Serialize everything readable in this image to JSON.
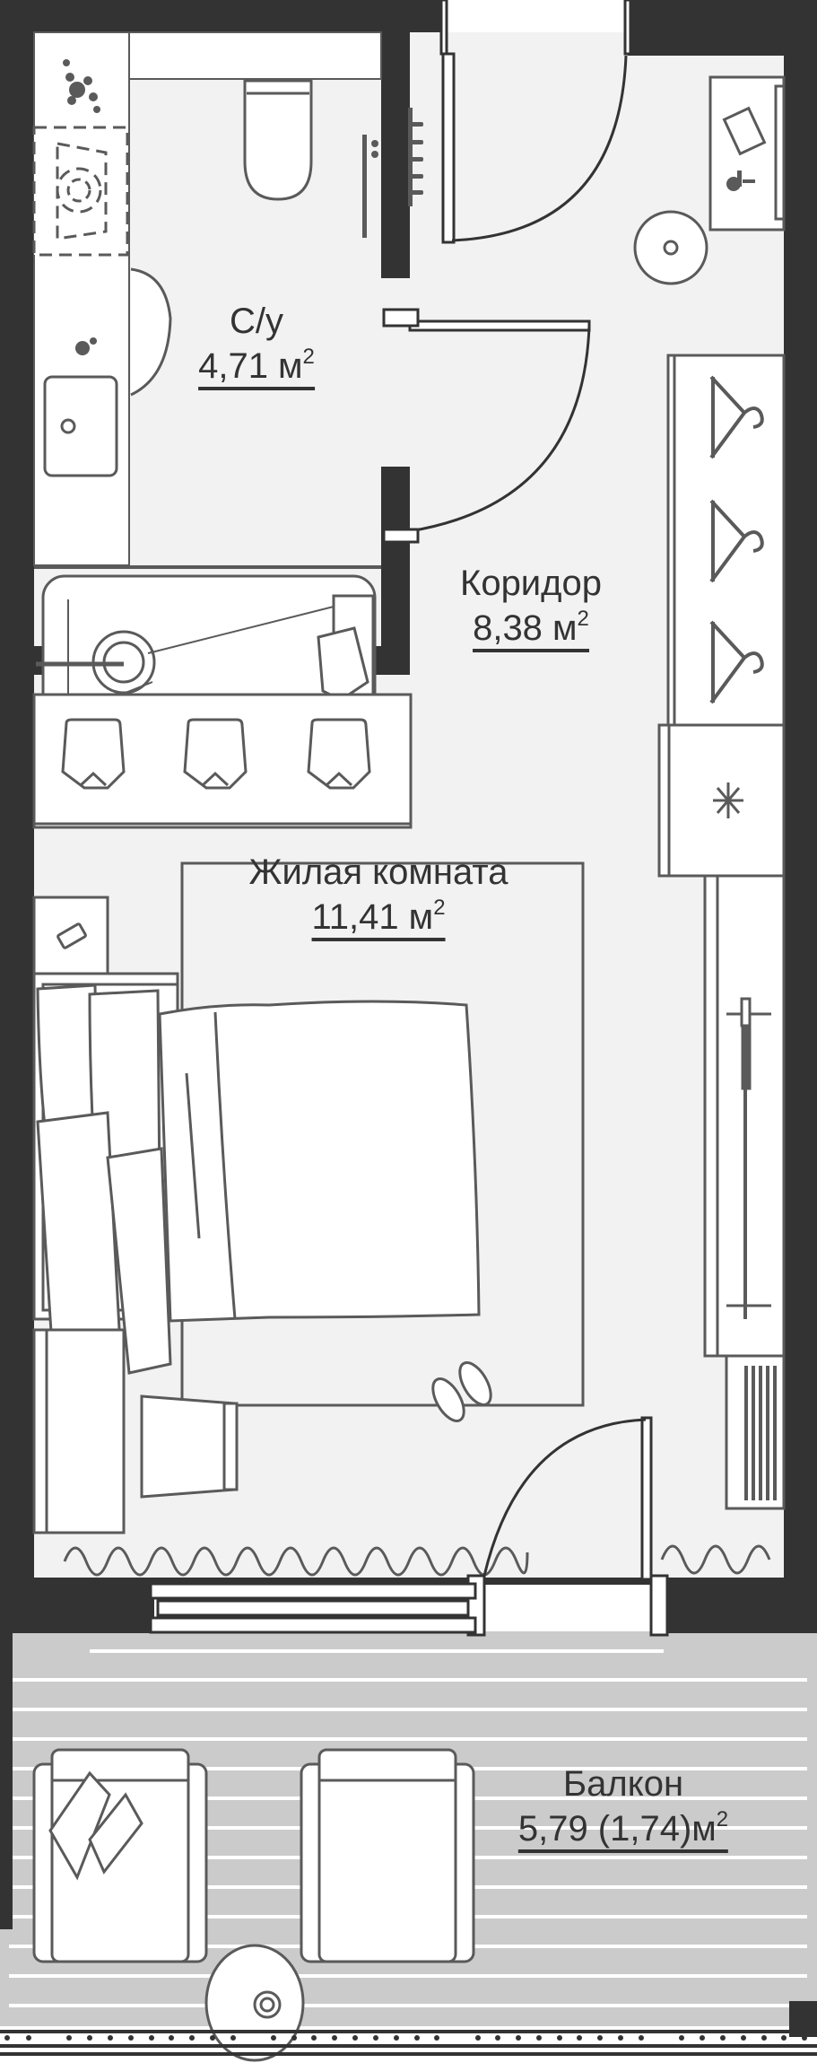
{
  "plan": {
    "colors": {
      "wall": "#333333",
      "floor": "#f2f2f2",
      "furniture": "#ffffff",
      "line": "#5a5a5a",
      "balcony": "#cbcbcb"
    },
    "rooms": [
      {
        "id": "bathroom",
        "name": "С/у",
        "area": "4,71 м",
        "unit_sup": "2"
      },
      {
        "id": "corridor",
        "name": "Коридор",
        "area": "8,38 м",
        "unit_sup": "2"
      },
      {
        "id": "living_room",
        "name": "Жилая комната",
        "area": "11,41 м",
        "unit_sup": "2"
      },
      {
        "id": "balcony",
        "name": "Балкон",
        "area": "5,79 (1,74)м",
        "unit_sup": "2"
      }
    ],
    "icons": [
      "plant-icon",
      "washing-machine-icon",
      "toilet-icon",
      "towel-rail-icon",
      "sink-icon",
      "bathtub-icon",
      "entrance-door-icon",
      "bathroom-door-icon",
      "wardrobe-hanger-icon",
      "refrigerator-icon",
      "coat-rack-icon",
      "radiator-icon",
      "chair-icon",
      "bed-icon",
      "nightstand-icon",
      "phone-icon",
      "slippers-icon",
      "rug-icon",
      "curtain-icon",
      "balcony-door-icon",
      "window-icon",
      "armchair-icon",
      "coffee-table-icon",
      "railing-icon"
    ]
  }
}
